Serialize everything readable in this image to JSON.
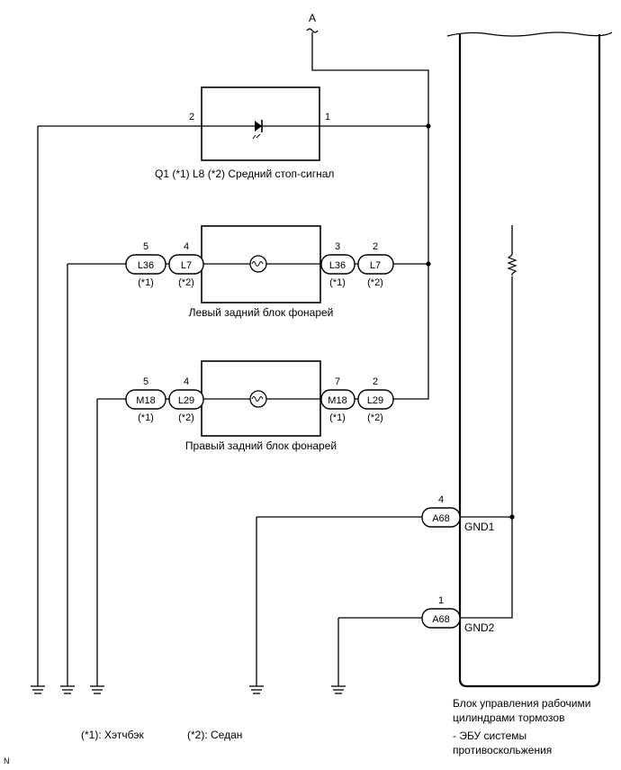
{
  "signal_a": "A",
  "stop_lamp": {
    "pin_left": "2",
    "pin_right": "1",
    "caption": "Q1 (*1) L8 (*2)  Средний стоп-сигнал"
  },
  "left_rear": {
    "l_outer_pin": "5",
    "l_outer_name": "L36",
    "l_outer_note": "(*1)",
    "l_inner_pin": "4",
    "l_inner_name": "L7",
    "l_inner_note": "(*2)",
    "r_inner_pin": "3",
    "r_inner_name": "L36",
    "r_inner_note": "(*1)",
    "r_outer_pin": "2",
    "r_outer_name": "L7",
    "r_outer_note": "(*2)",
    "caption": "Левый задний блок фонарей"
  },
  "right_rear": {
    "l_outer_pin": "5",
    "l_outer_name": "M18",
    "l_outer_note": "(*1)",
    "l_inner_pin": "4",
    "l_inner_name": "L29",
    "l_inner_note": "(*2)",
    "r_inner_pin": "7",
    "r_inner_name": "M18",
    "r_inner_note": "(*1)",
    "r_outer_pin": "2",
    "r_outer_name": "L29",
    "r_outer_note": "(*2)",
    "caption": "Правый задний блок фонарей"
  },
  "ecu": {
    "gnd1_pin": "4",
    "gnd1_conn": "A68",
    "gnd1_label": "GND1",
    "gnd2_pin": "1",
    "gnd2_conn": "A68",
    "gnd2_label": "GND2",
    "title_line1": "Блок управления рабочими",
    "title_line2": "цилиндрами тормозов",
    "title_line3": "- ЭБУ системы",
    "title_line4": "противоскольжения"
  },
  "legend": {
    "note1": "(*1): Хэтчбэк",
    "note2": "(*2): Седан"
  },
  "corner_mark": "N"
}
